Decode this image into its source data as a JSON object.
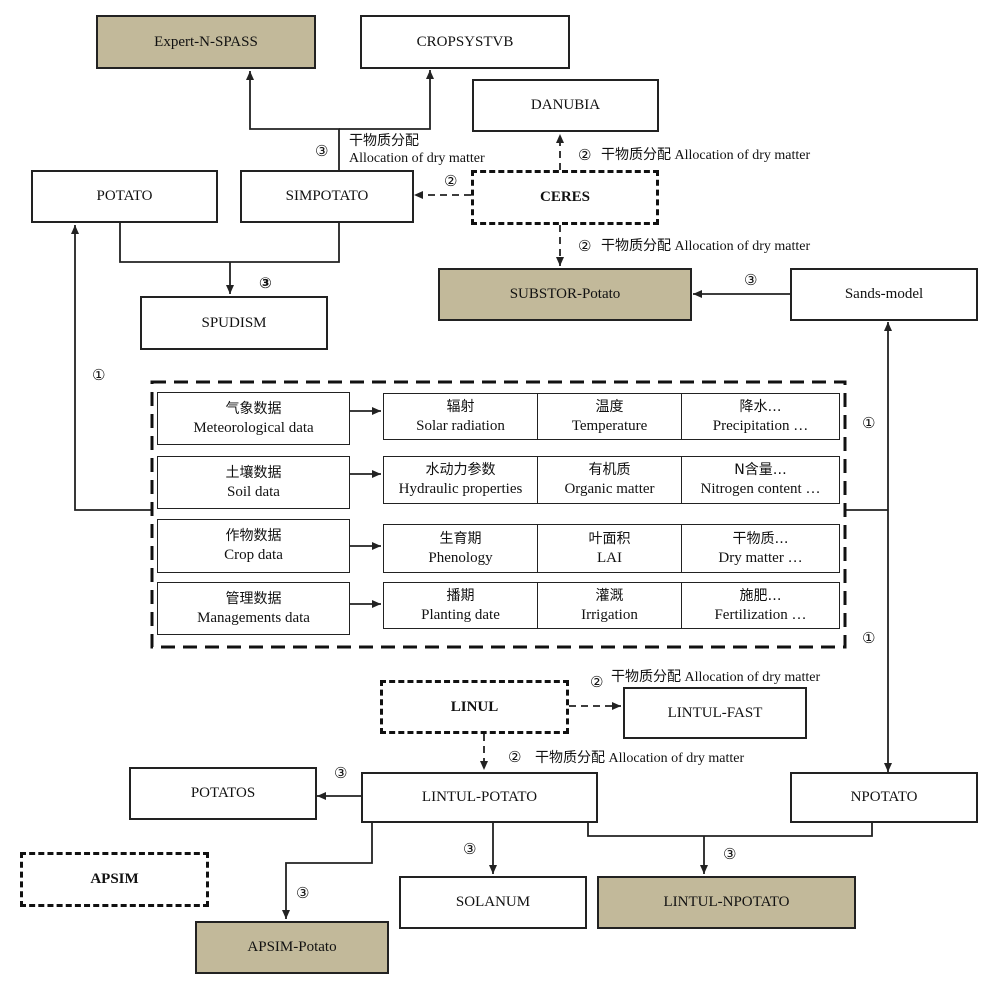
{
  "models": {
    "expert_n_spass": "Expert-N-SPASS",
    "cropsystvb": "CROPSYSTVB",
    "danubia": "DANUBIA",
    "potato": "POTATO",
    "simpotato": "SIMPOTATO",
    "ceres": "CERES",
    "substor": "SUBSTOR-Potato",
    "sands": "Sands-model",
    "spudism": "SPUDISM",
    "linul": "LINUL",
    "lintul_fast": "LINTUL-FAST",
    "potatos": "POTATOS",
    "lintul_potato": "LINTUL-POTATO",
    "npotato": "NPOTATO",
    "apsim": "APSIM",
    "solanum": "SOLANUM",
    "lintul_npotato": "LINTUL-NPOTATO",
    "apsim_potato": "APSIM-Potato"
  },
  "labels": {
    "alloc_zh": "干物质分配",
    "alloc_en": "Allocation of dry matter",
    "c1": "①",
    "c2": "②",
    "c3": "③"
  },
  "data_groups": [
    {
      "zh": "气象数据",
      "en": "Meteorological data",
      "items": [
        {
          "zh": "辐射",
          "en": "Solar radiation"
        },
        {
          "zh": "温度",
          "en": "Temperature"
        },
        {
          "zh": "降水…",
          "en": "Precipitation …"
        }
      ]
    },
    {
      "zh": "土壤数据",
      "en": "Soil data",
      "items": [
        {
          "zh": "水动力参数",
          "en": "Hydraulic properties"
        },
        {
          "zh": "有机质",
          "en": "Organic matter"
        },
        {
          "zh": "N含量…",
          "en": "Nitrogen content …"
        }
      ]
    },
    {
      "zh": "作物数据",
      "en": "Crop data",
      "items": [
        {
          "zh": "生育期",
          "en": "Phenology"
        },
        {
          "zh": "叶面积",
          "en": "LAI"
        },
        {
          "zh": "干物质…",
          "en": "Dry matter …"
        }
      ]
    },
    {
      "zh": "管理数据",
      "en": "Managements data",
      "items": [
        {
          "zh": "播期",
          "en": "Planting date"
        },
        {
          "zh": "灌溉",
          "en": "Irrigation"
        },
        {
          "zh": "施肥…",
          "en": "Fertilization …"
        }
      ]
    }
  ],
  "colors": {
    "shaded_fill": "#c2b99a",
    "line": "#222222"
  }
}
